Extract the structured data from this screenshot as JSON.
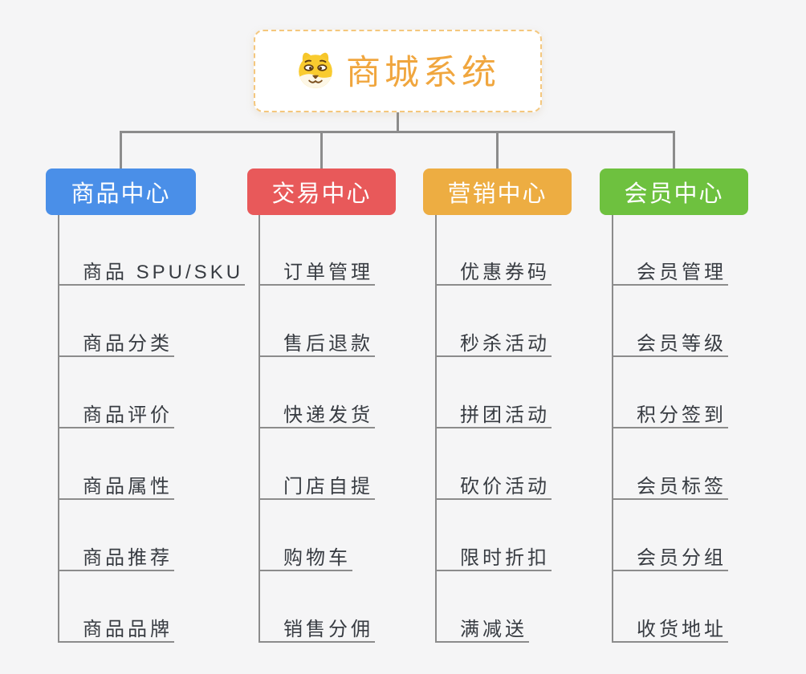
{
  "canvas": {
    "background": "#f5f5f6"
  },
  "colors": {
    "connector": "#8c8c8c",
    "root_text": "#f0a63e",
    "root_border": "#f4c77d",
    "child_text": "#383c42"
  },
  "root": {
    "label": "商城系统",
    "icon": "doge-icon"
  },
  "branches": [
    {
      "label": "商品中心",
      "color": "#4a8fe8",
      "children": [
        "商品 SPU/SKU",
        "商品分类",
        "商品评价",
        "商品属性",
        "商品推荐",
        "商品品牌"
      ]
    },
    {
      "label": "交易中心",
      "color": "#e8595a",
      "children": [
        "订单管理",
        "售后退款",
        "快递发货",
        "门店自提",
        "购物车",
        "销售分佣"
      ]
    },
    {
      "label": "营销中心",
      "color": "#edad42",
      "children": [
        "优惠券码",
        "秒杀活动",
        "拼团活动",
        "砍价活动",
        "限时折扣",
        "满减送"
      ]
    },
    {
      "label": "会员中心",
      "color": "#6ec13f",
      "children": [
        "会员管理",
        "会员等级",
        "积分签到",
        "会员标签",
        "会员分组",
        "收货地址"
      ]
    }
  ]
}
